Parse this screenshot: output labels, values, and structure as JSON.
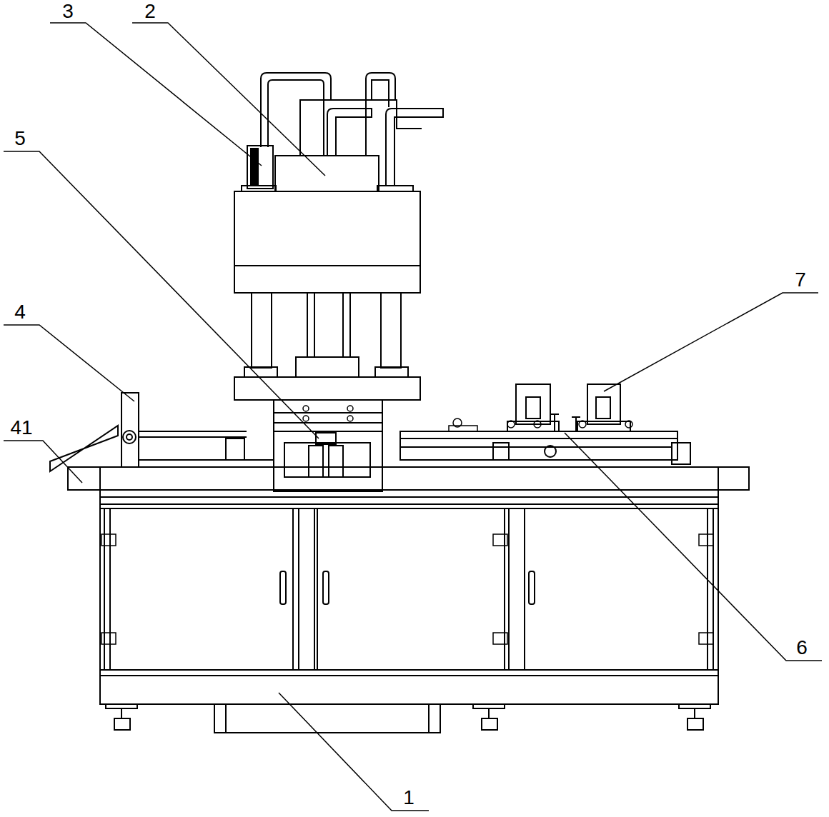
{
  "diagram": {
    "labels": [
      "3",
      "2",
      "5",
      "4",
      "41",
      "7",
      "6",
      "1"
    ]
  }
}
